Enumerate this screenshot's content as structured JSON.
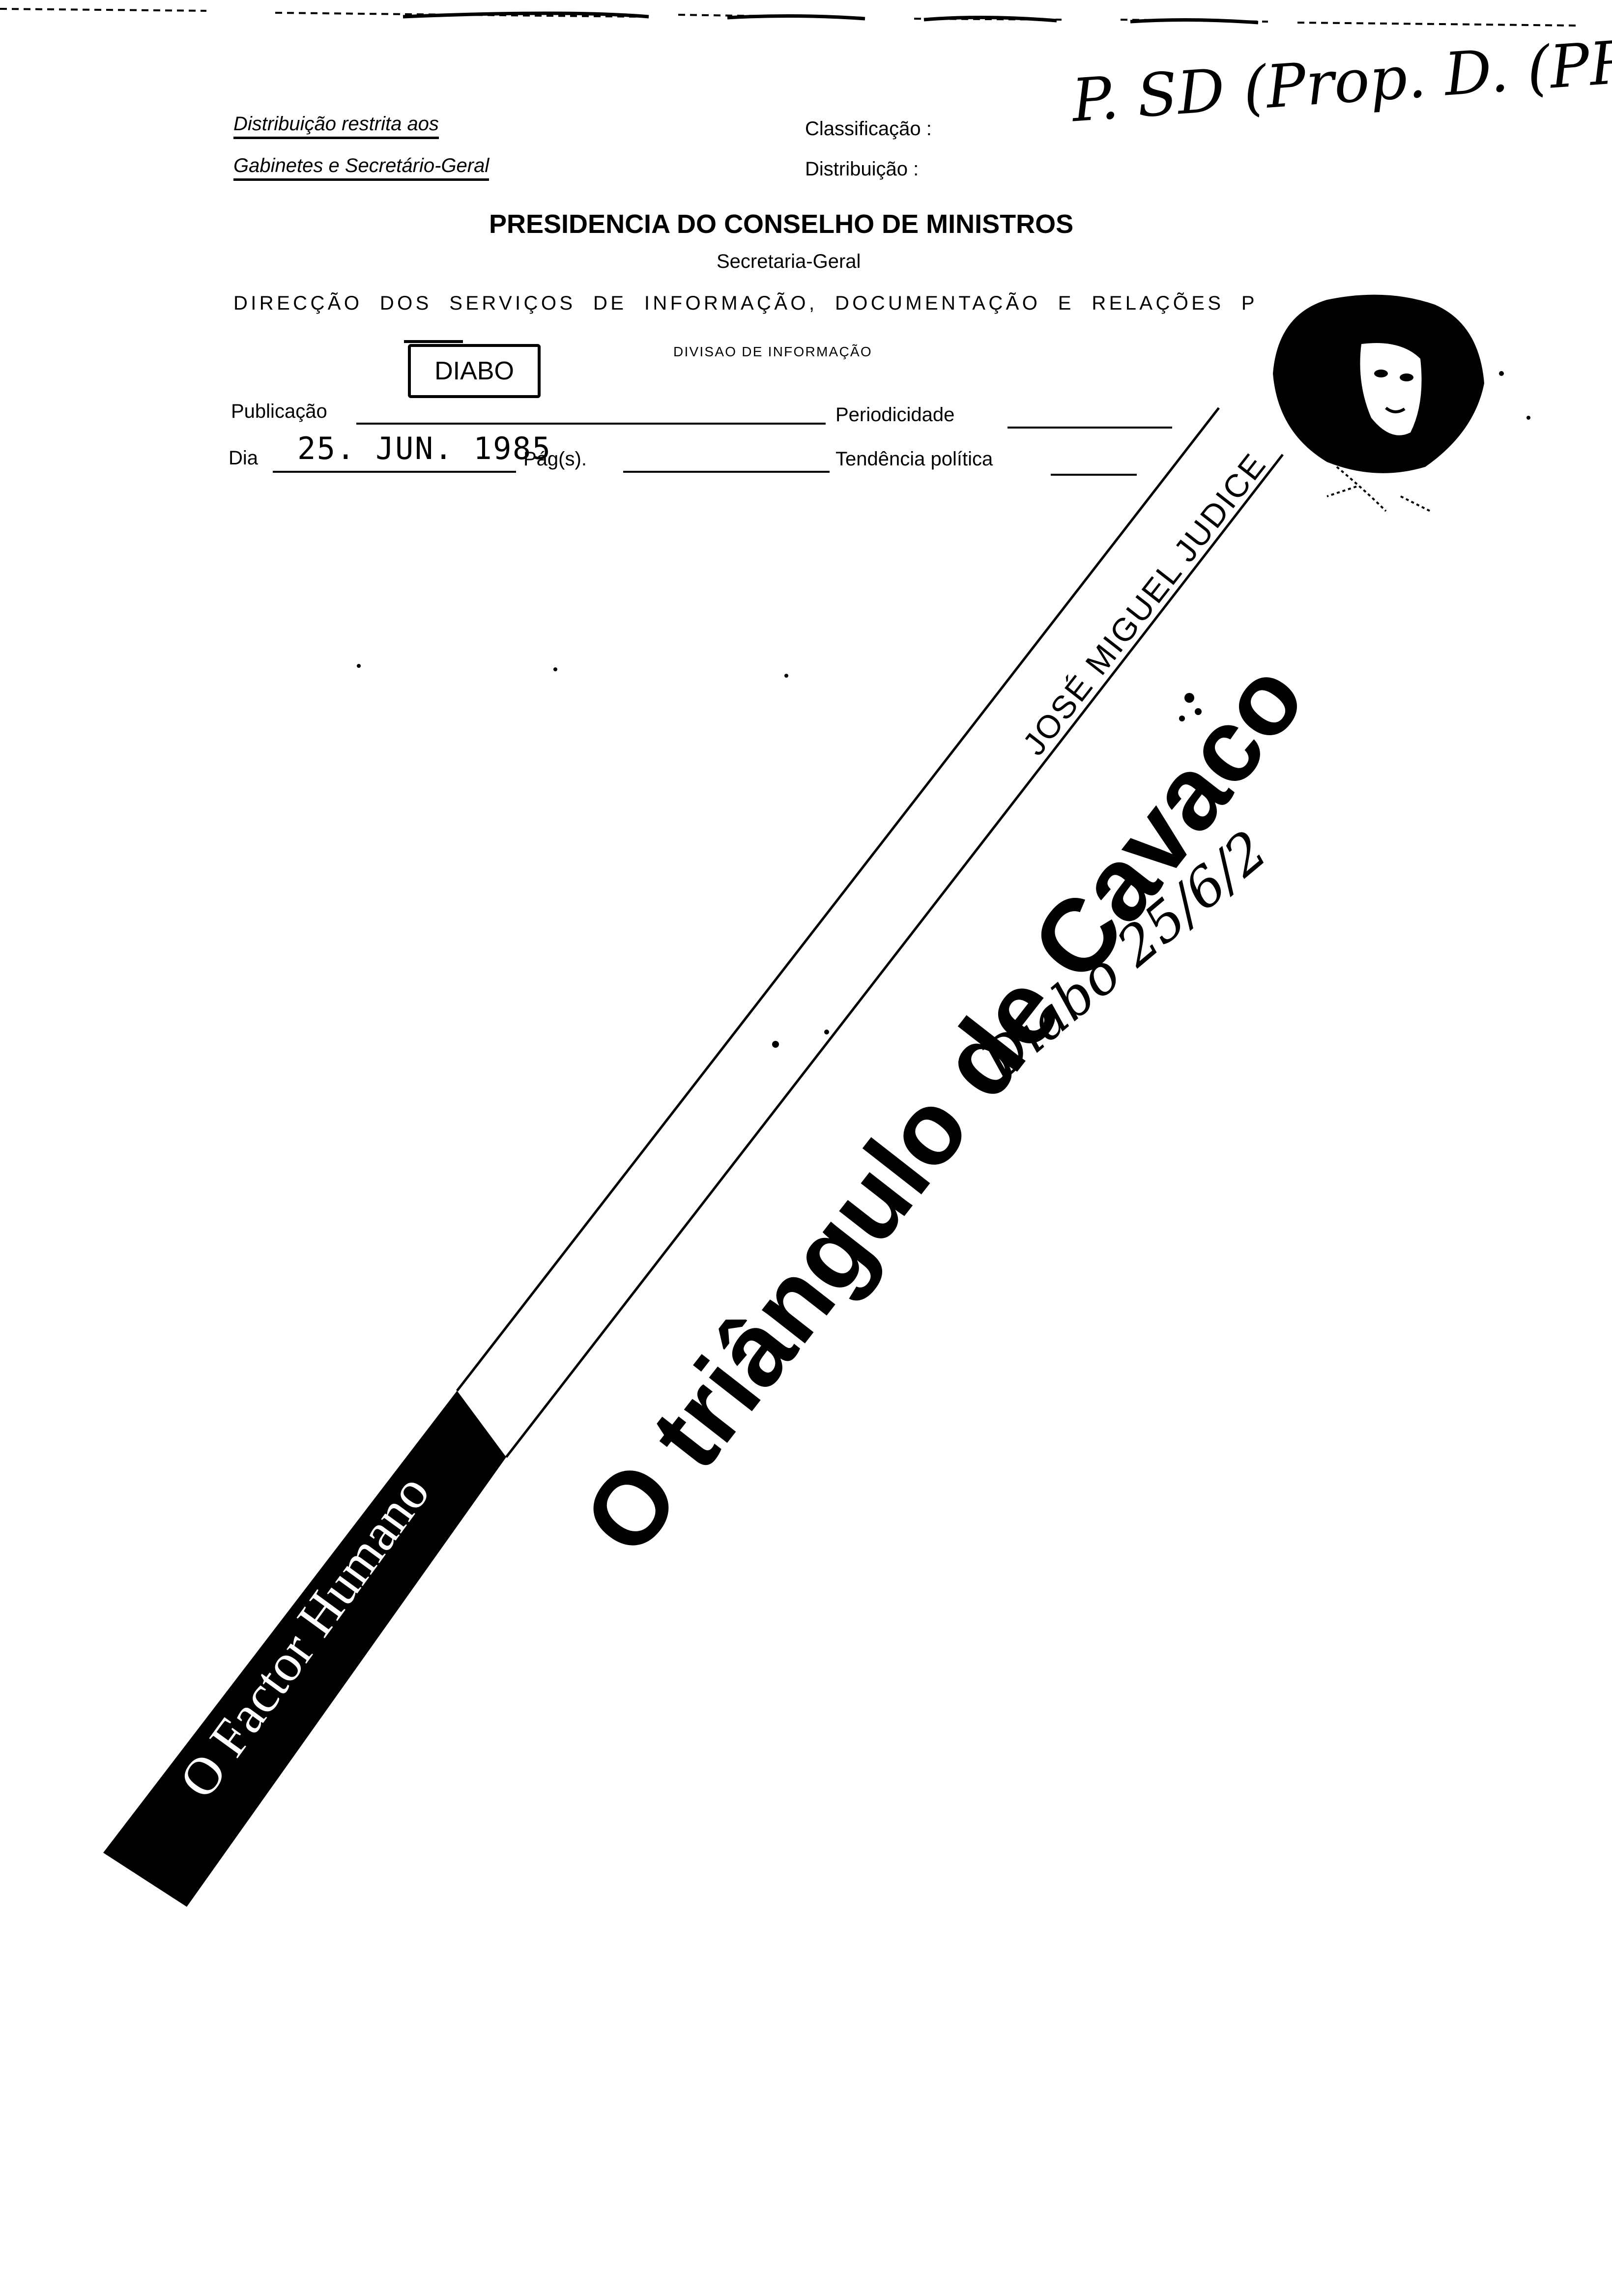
{
  "header": {
    "distribution_line1": "Distribuição restrita aos",
    "distribution_line2": "Gabinetes e Secretário-Geral",
    "classification_label": "Classificação :",
    "distribution_label": "Distribuição :",
    "ministry": "PRESIDENCIA DO CONSELHO DE MINISTROS",
    "secretariat": "Secretaria-Geral",
    "directorate": "DIRECÇÃO DOS SERVIÇOS DE INFORMAÇÃO, DOCUMENTAÇÃO E RELAÇÕES P",
    "division": "DIVISAO DE INFORMAÇÃO"
  },
  "form": {
    "publication_label": "Publicação",
    "publication_stamp": "DIABO",
    "periodicity_label": "Periodicidade",
    "day_label": "Dia",
    "date_stamp": "25. JUN. 1985",
    "pages_label": "Pág(s).",
    "tendency_label": "Tendência política"
  },
  "annotations": {
    "top_right": "P. SD (Prop. D. (PR)",
    "diagonal_note": "Diabo 25/6/2"
  },
  "article": {
    "column_name": "O Factor Humano",
    "author": "JOSÉ MIGUEL JUDICE",
    "headline": "O triângulo de Cavaco"
  },
  "colors": {
    "ink": "#000000",
    "paper": "#ffffff"
  },
  "icons": {
    "portrait": "author-portrait-icon"
  }
}
